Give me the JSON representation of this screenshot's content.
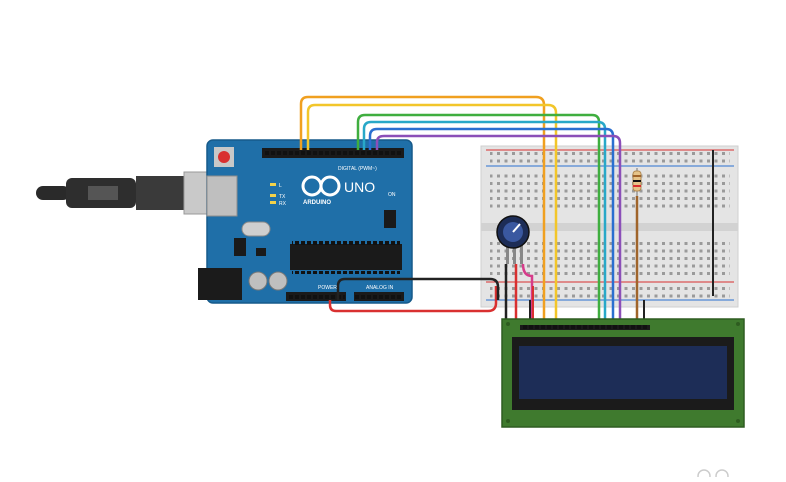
{
  "board": {
    "brand": "ARDUINO",
    "model": "UNO",
    "digital_label": "DIGITAL (PWM~)",
    "power_label": "POWER",
    "analog_label": "ANALOG IN",
    "led_tx": "TX",
    "led_rx": "RX",
    "led_l": "L",
    "on_label": "ON"
  },
  "colors": {
    "board_blue": "#1f6fa8",
    "breadboard": "#e4e4e4",
    "lcd_pcb": "#3f7a2e",
    "lcd_screen": "#1d2d57",
    "wire_orange": "#f0a020",
    "wire_yellow": "#f2c62a",
    "wire_green": "#3fae3f",
    "wire_cyan": "#28a8c8",
    "wire_blue": "#2a6fd0",
    "wire_purple": "#8b4fb8",
    "wire_red": "#d93030",
    "wire_black": "#222222",
    "wire_pink": "#d63c8a",
    "wire_brown": "#a0642a"
  },
  "components": {
    "usb_cable": "usb-cable",
    "potentiometer": "potentiometer",
    "resistor": "resistor",
    "lcd": "lcd-16x2"
  }
}
